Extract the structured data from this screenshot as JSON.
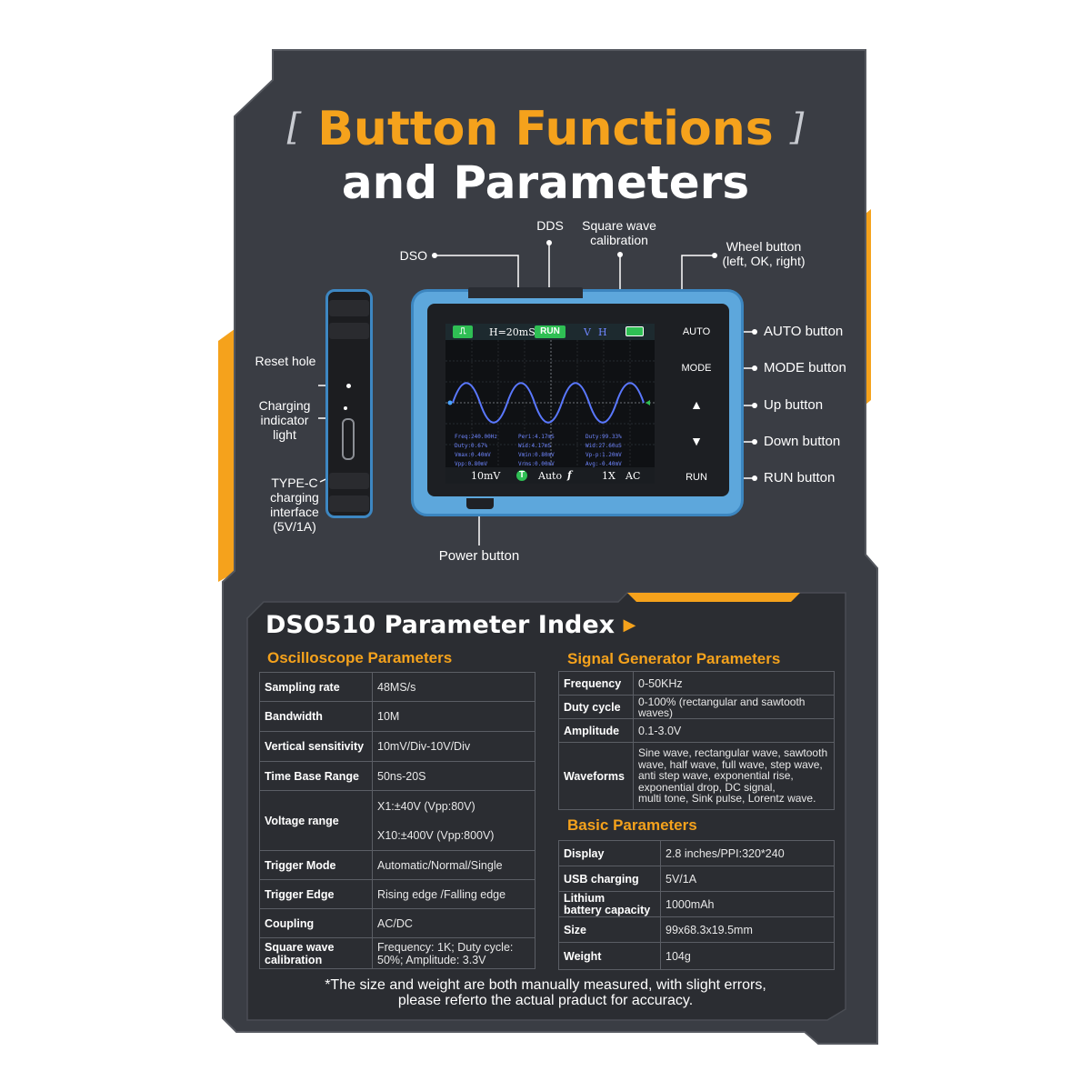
{
  "title": {
    "bracket_open": "[",
    "main": "Button Functions",
    "bracket_close": "]",
    "subtitle": "and Parameters"
  },
  "callouts": {
    "dso": "DSO",
    "dds": "DDS",
    "square_wave_line1": "Square wave",
    "square_wave_line2": "calibration",
    "wheel_line1": "Wheel button",
    "wheel_line2": "(left, OK, right)",
    "auto": "AUTO button",
    "mode": "MODE button",
    "up": "Up button",
    "down": "Down button",
    "run": "RUN button",
    "power": "Power button",
    "reset": "Reset hole",
    "charging_light_line1": "Charging",
    "charging_light_line2": "indicator",
    "charging_light_line3": "light",
    "typec_line1": "TYPE-C",
    "typec_line2": "charging",
    "typec_line3": "interface",
    "typec_line4": "(5V/1A)"
  },
  "device": {
    "buttons": {
      "auto": "AUTO",
      "mode": "MODE",
      "up": "▲",
      "down": "▼",
      "run": "RUN"
    },
    "screen": {
      "timebase": "H=20mS",
      "run": "RUN",
      "v": "V",
      "h": "H",
      "volt": "10mV",
      "trigger": "T",
      "trigger_mode": "Auto",
      "edge": "f",
      "probe": "1X",
      "coupling": "AC",
      "meas_col1": [
        "Freq:240.00Hz",
        "Duty:0.67%",
        "Vmax:0.40mV",
        "Vpp:0.80mV"
      ],
      "meas_col2": [
        "Peri:4.17mS",
        "Wid:4.17mS",
        "Vmin:0.80mV",
        "Vrms:0.00mV"
      ],
      "meas_col3": [
        "Duty:99.33%",
        "Wid:27.60uS",
        "Vp-p:1.20mV",
        "Avg:-0.40mV"
      ]
    }
  },
  "panel": {
    "title": "DSO510 Parameter Index",
    "arrow": "▶",
    "osc_title": "Oscilloscope Parameters",
    "siggen_title": "Signal Generator Parameters",
    "basic_title": "Basic Parameters",
    "osc": {
      "sampling_k": "Sampling rate",
      "sampling_v": "48MS/s",
      "bandwidth_k": "Bandwidth",
      "bandwidth_v": "10M",
      "vsens_k": "Vertical sensitivity",
      "vsens_v": "10mV/Div-10V/Div",
      "timebase_k": "Time Base Range",
      "timebase_v": "50ns-20S",
      "vrange_k": "Voltage range",
      "vrange_v1": "X1:±40V (Vpp:80V)",
      "vrange_v2": "X10:±400V (Vpp:800V)",
      "trigmode_k": "Trigger Mode",
      "trigmode_v": "Automatic/Normal/Single",
      "trigedge_k": "Trigger Edge",
      "trigedge_v": "Rising edge /Falling edge",
      "coupling_k": "Coupling",
      "coupling_v": "AC/DC",
      "sqcal_k1": "Square wave",
      "sqcal_k2": "calibration",
      "sqcal_v1": "Frequency: 1K; Duty cycle:",
      "sqcal_v2": "50%; Amplitude: 3.3V"
    },
    "siggen": {
      "freq_k": "Frequency",
      "freq_v": "0-50KHz",
      "duty_k": "Duty cycle",
      "duty_v1": "0-100% (rectangular and sawtooth",
      "duty_v2": "waves)",
      "amp_k": "Amplitude",
      "amp_v": "0.1-3.0V",
      "wave_k": "Waveforms",
      "wave_v1": "Sine wave, rectangular wave, sawtooth",
      "wave_v2": "wave, half wave, full wave, step wave,",
      "wave_v3": "anti step wave, exponential rise,",
      "wave_v4": "exponential drop, DC signal,",
      "wave_v5": "multi tone, Sink pulse, Lorentz wave."
    },
    "basic": {
      "display_k": "Display",
      "display_v": "2.8 inches/PPI:320*240",
      "usb_k": "USB charging",
      "usb_v": "5V/1A",
      "batt_k1": "Lithium",
      "batt_k2": "battery capacity",
      "batt_v": "1000mAh",
      "size_k": "Size",
      "size_v": "99x68.3x19.5mm",
      "weight_k": "Weight",
      "weight_v": "104g"
    },
    "footnote_line1": "*The size and weight are both manually measured, with slight errors,",
    "footnote_line2": "please referto the actual praduct for accuracy."
  },
  "colors": {
    "accent_orange": "#f5a21c",
    "background_dark": "#3a3d44",
    "device_blue": "#5da7dc",
    "screen_green": "#2fbf54"
  }
}
